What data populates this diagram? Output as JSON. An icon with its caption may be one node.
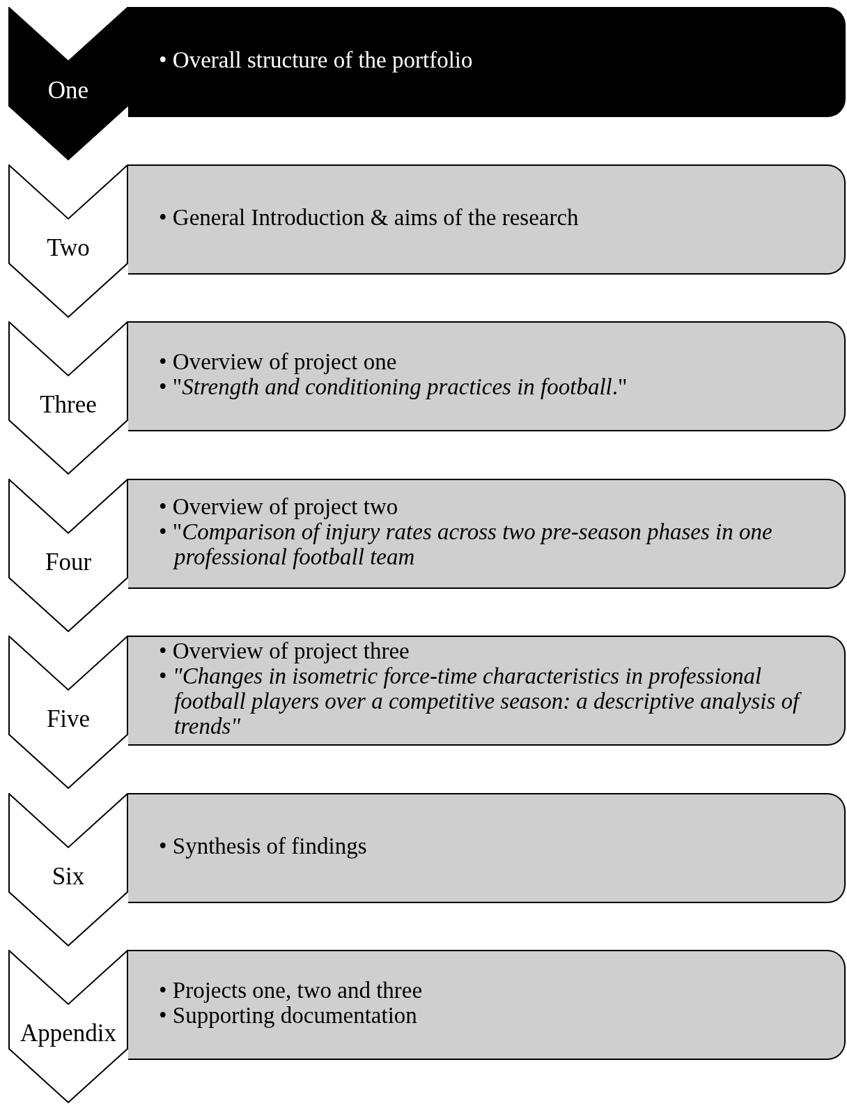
{
  "diagram": {
    "nodes": [
      {
        "text": [
          "One"
        ]
      },
      {
        "text": [
          "• Overall structure of the portfolio"
        ]
      },
      {
        "text": [
          "Two"
        ]
      },
      {
        "text": [
          "• General Introduction & aims of the research"
        ]
      },
      {
        "text": [
          "Three"
        ]
      },
      {
        "text": [
          "• Overview of project one",
          "• \"*Strength and conditioning practices in football*.\""
        ]
      },
      {
        "text": [
          "Four"
        ]
      },
      {
        "text": [
          "• Overview of project two",
          "• \"*Comparison of injury rates across two pre-season phases in one professional football team*"
        ]
      },
      {
        "text": [
          "Five"
        ]
      },
      {
        "text": [
          "• Overview of project three",
          "• *\"Changes in isometric force-time characteristics in professional football players over a competitive season: a descriptive analysis of trends\"*"
        ]
      },
      {
        "text": [
          "Six"
        ]
      },
      {
        "text": [
          "• Synthesis of findings"
        ]
      },
      {
        "text": [
          "Appendix"
        ]
      },
      {
        "text": [
          "• Projects one, two and three",
          "• Supporting documentation"
        ]
      }
    ],
    "edges": []
  }
}
